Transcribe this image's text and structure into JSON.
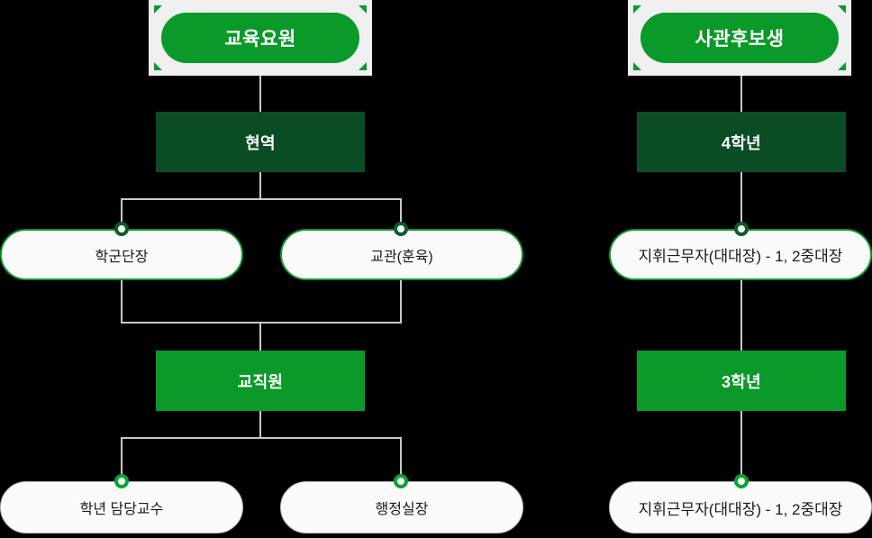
{
  "diagram": {
    "type": "org-chart",
    "background": "#000000",
    "colors": {
      "bright_green": "#0b9a2a",
      "dark_green": "#0a4d25",
      "panel_gray": "#f0f0f0",
      "pill_fill": "#fafafa",
      "connector_gray": "#c9c9c9",
      "pill_border_gray": "#b9b9b9",
      "ring_dark": "#0c5c2c",
      "ring_bright": "#07a52e"
    },
    "columns": [
      {
        "id": "left",
        "name": "education-staff-branch",
        "root": {
          "label": "교육요원"
        },
        "levels": [
          {
            "label": "현역",
            "style": "dark-rect"
          },
          {
            "label": "학군단장",
            "style": "green-pill"
          },
          {
            "label": "교관(훈육)",
            "style": "green-pill"
          },
          {
            "label": "교직원",
            "style": "bright-rect"
          },
          {
            "label": "학년 담당교수",
            "style": "gray-pill"
          },
          {
            "label": "행정실장",
            "style": "gray-pill"
          }
        ]
      },
      {
        "id": "right",
        "name": "officer-candidate-branch",
        "root": {
          "label": "사관후보생"
        },
        "levels": [
          {
            "label": "4학년",
            "style": "dark-rect"
          },
          {
            "label": "지휘근무자(대대장) - 1, 2중대장",
            "style": "green-pill"
          },
          {
            "label": "3학년",
            "style": "bright-rect"
          },
          {
            "label": "지휘근무자(대대장) - 1, 2중대장",
            "style": "gray-pill"
          }
        ]
      }
    ]
  }
}
